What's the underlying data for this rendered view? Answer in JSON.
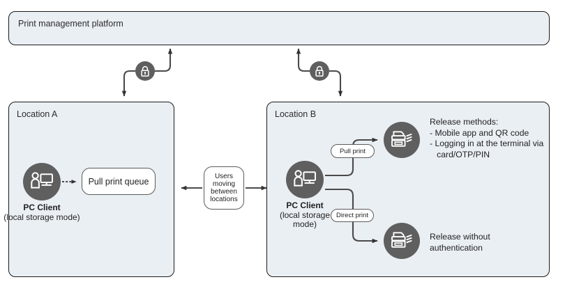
{
  "diagram": {
    "title_platform": "Print management platform",
    "locations": [
      {
        "label": "Location A"
      },
      {
        "label": "Location B"
      }
    ],
    "nodes": {
      "pull_print_queue": "Pull print queue",
      "users_moving": "Users moving between locations",
      "pc_client_name": "PC Client",
      "pc_client_mode_a": "(local storage mode)",
      "pc_client_mode_b": "(local storage mode)"
    },
    "edge_labels": {
      "pull_print": "Pull print",
      "direct_print": "Direct print"
    },
    "notes": {
      "release_methods": "Release methods:\n- Mobile app and QR code\n- Logging in at the terminal via\n   card/OTP/PIN",
      "release_without_auth": "Release without\nauthentication"
    },
    "icons": {
      "lock_a": "lock-icon",
      "lock_b": "lock-icon",
      "pc_client_a": "pc-client-icon",
      "pc_client_b": "pc-client-icon",
      "printer_top": "printer-icon",
      "printer_bottom": "printer-icon"
    },
    "colors": {
      "container_fill": "#eaeff4",
      "container_stroke": "#1b1b1b",
      "node_fill": "#ffffff",
      "node_stroke": "#5b5b5b",
      "icon_circle": "#5f5f5f",
      "connector": "#4a4a4a",
      "text": "#1f1f1f"
    }
  }
}
